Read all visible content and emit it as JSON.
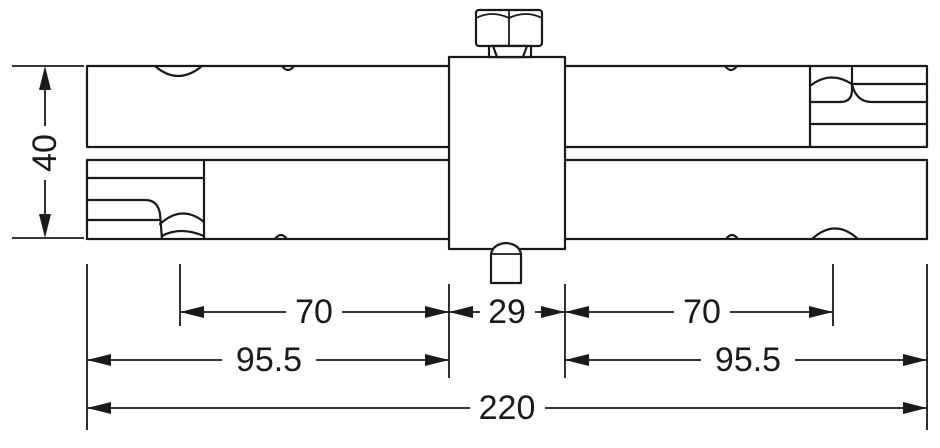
{
  "dimensions": {
    "height": "40",
    "inner_left": "70",
    "center": "29",
    "inner_right": "70",
    "outer_left": "95.5",
    "outer_right": "95.5",
    "total": "220"
  },
  "colors": {
    "ink": "#1a1a1a",
    "background": "#ffffff"
  }
}
